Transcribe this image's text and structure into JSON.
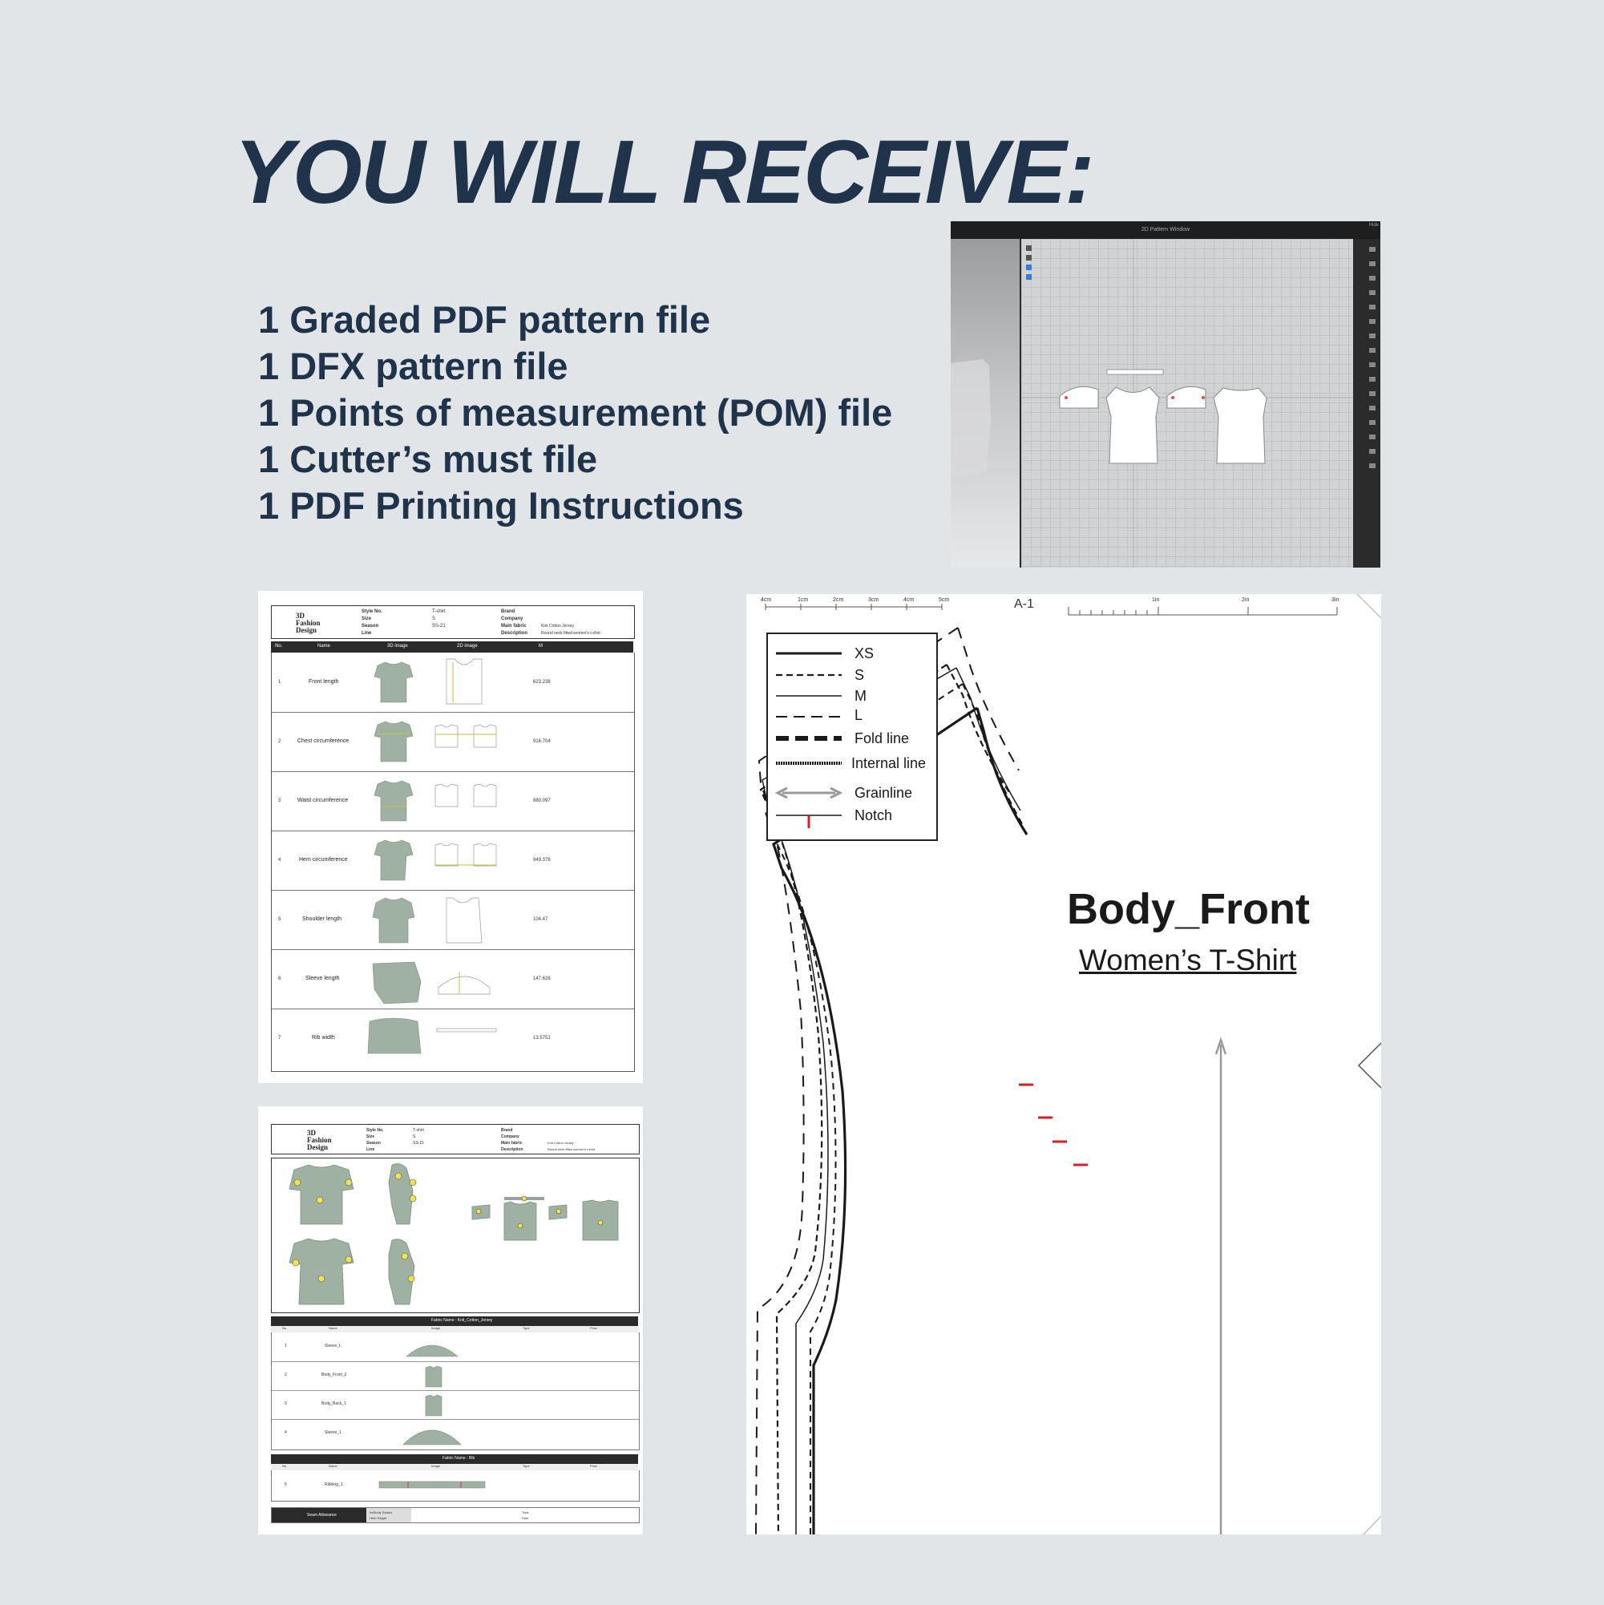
{
  "headline": "YOU WILL RECEIVE:",
  "deliverables": [
    "1 Graded PDF pattern file",
    "1 DFX pattern file",
    "1 Points of measurement (POM) file",
    "1 Cutter’s must file",
    "1 PDF Printing Instructions"
  ],
  "pattern_window": {
    "title": "2D Pattern Window",
    "corner_label": "Hide"
  },
  "pom_sheet": {
    "logo": [
      "3D",
      "Fashion",
      "Design"
    ],
    "header_fields": [
      {
        "label": "Style No.",
        "value": "T-shirt"
      },
      {
        "label": "Size",
        "value": "S"
      },
      {
        "label": "Season",
        "value": "SS-21"
      },
      {
        "label": "Line",
        "value": ""
      },
      {
        "label": "Brand",
        "value": ""
      },
      {
        "label": "Company",
        "value": ""
      },
      {
        "label": "Main fabric",
        "value": "Knit Cotton Jersey"
      },
      {
        "label": "Description",
        "value": "Round neck fitted women's t-shirt"
      }
    ],
    "columns": [
      "No.",
      "Name",
      "3D image",
      "2D image",
      "M"
    ],
    "rows": [
      {
        "no": "1",
        "name": "Front length",
        "value": "623.238"
      },
      {
        "no": "2",
        "name": "Chest circumference",
        "value": "916.704"
      },
      {
        "no": "3",
        "name": "Waist circumference",
        "value": "880.097"
      },
      {
        "no": "4",
        "name": "Hem circumference",
        "value": "949.376"
      },
      {
        "no": "5",
        "name": "Shoulder length",
        "value": "104.47"
      },
      {
        "no": "6",
        "name": "Sleeve length",
        "value": "147.626"
      },
      {
        "no": "7",
        "name": "Rib width",
        "value": "13.5751"
      }
    ]
  },
  "cutters_sheet": {
    "logo": [
      "3D",
      "Fashion",
      "Design"
    ],
    "fabric_table_1": {
      "title": "Fabric Name : Knit_Cotton_Jersey",
      "columns": [
        "No.",
        "Name",
        "Image",
        "Type",
        "Price"
      ],
      "rows": [
        {
          "no": "1",
          "name": "Sleeve_L"
        },
        {
          "no": "2",
          "name": "Body_Front_2"
        },
        {
          "no": "3",
          "name": "Body_Back_1"
        },
        {
          "no": "4",
          "name": "Sleeve_1"
        }
      ]
    },
    "fabric_table_2": {
      "title": "Fabric Name : Rib",
      "columns": [
        "No.",
        "Name",
        "Image",
        "Type",
        "Price"
      ],
      "rows": [
        {
          "no": "5",
          "name": "Ribbing_1"
        }
      ]
    },
    "footer": {
      "label": "Seam Allowance",
      "fields": [
        "Int/Body Seams",
        "Hem Height"
      ],
      "right_fields": [
        "Total",
        "Date"
      ]
    }
  },
  "pattern_sheet": {
    "sheet_id": "A-1",
    "cm_ticks": [
      "4cm",
      "1cm",
      "2cm",
      "3cm",
      "4cm",
      "5cm"
    ],
    "in_ticks": [
      "1in",
      "2in",
      "3in"
    ],
    "legend": [
      "XS",
      "S",
      "M",
      "L",
      "Fold line",
      "Internal line",
      "Grainline",
      "Notch"
    ],
    "piece_name": "Body_Front",
    "piece_subtitle": "Women’s T-Shirt",
    "notch_color": "#d32020"
  },
  "colors": {
    "background": "#e1e5e7",
    "headline": "#1f334a",
    "garment": "#9fb1a3",
    "table_header": "#2a2a2a"
  }
}
